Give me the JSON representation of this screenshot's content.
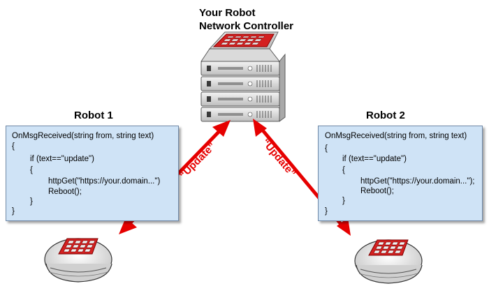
{
  "controller": {
    "title_line1": "Your Robot",
    "title_line2": "Network Controller"
  },
  "robots": [
    {
      "title": "Robot 1",
      "code": [
        "OnMsgReceived(string from, string text)",
        "{",
        "if (text==\"update\")",
        "{",
        "httpGet(\"https://your.domain...\")",
        "Reboot();",
        "}",
        "}"
      ]
    },
    {
      "title": "Robot 2",
      "code": [
        "OnMsgReceived(string from, string text)",
        "{",
        "if (text==\"update\")",
        "{",
        "httpGet(\"https://your.domain...\");",
        "Reboot();",
        "}",
        "}"
      ]
    }
  ],
  "arrows": {
    "left_label": "“Update”",
    "right_label": "“Update”",
    "color": "#e60000"
  },
  "colors": {
    "code_box_fill": "#cfe3f6",
    "keypad_red": "#d42020"
  }
}
